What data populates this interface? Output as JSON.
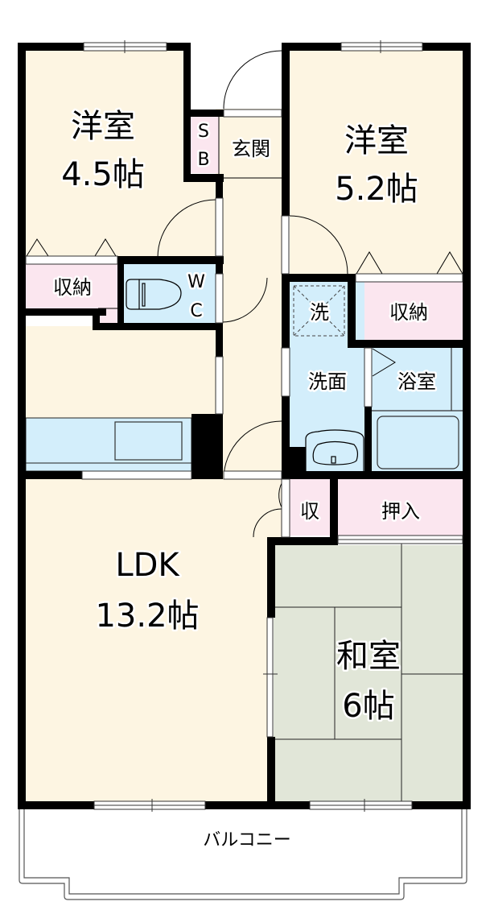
{
  "colors": {
    "floor": "#fdf5e2",
    "storage": "#fbe6ef",
    "wet": "#d3eefb",
    "tatami": "#e1e6d8",
    "wall": "#000000",
    "window": "#ffffff"
  },
  "rooms": {
    "western_room_1": {
      "name": "洋室",
      "size": "4.5帖"
    },
    "western_room_2": {
      "name": "洋室",
      "size": "5.2帖"
    },
    "ldk": {
      "name": "LDK",
      "size": "13.2帖"
    },
    "japanese_room": {
      "name": "和室",
      "size": "6帖"
    },
    "entrance": {
      "name": "玄関"
    },
    "shoe_box": {
      "line1": "S",
      "line2": "B"
    },
    "toilet": {
      "line1": "W",
      "line2": "C"
    },
    "storage_left": {
      "name": "収納"
    },
    "storage_right": {
      "name": "収納"
    },
    "washer_space": {
      "name": "洗"
    },
    "washroom": {
      "name": "洗面"
    },
    "bathroom": {
      "name": "浴室"
    },
    "closet_small": {
      "name": "収"
    },
    "oshiire": {
      "name": "押入"
    },
    "balcony": {
      "name": "バルコニー"
    }
  }
}
